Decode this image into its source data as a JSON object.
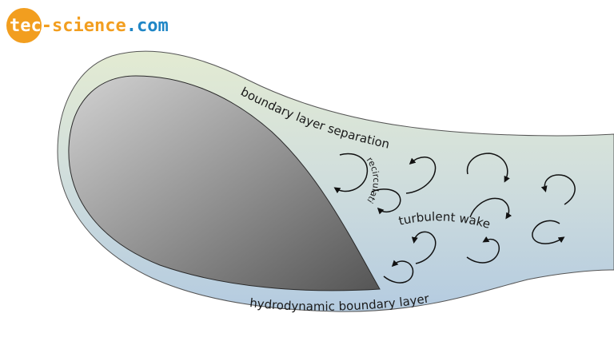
{
  "logo": {
    "part_1": "tec",
    "part_2": "-science",
    "part_3": ".com"
  },
  "labels": {
    "separation": "boundary layer separation",
    "recirculation": "recirculation",
    "wake": "turbulent wake",
    "boundary_layer": "hydrodynamic boundary layer"
  },
  "colors": {
    "layer_top": "#dfe8cf",
    "layer_bottom": "#b9cfe1",
    "body_light": "#c7c7c7",
    "body_dark": "#5c5c5c",
    "logo_orange": "#f29e1f",
    "logo_blue": "#1f86c6"
  }
}
